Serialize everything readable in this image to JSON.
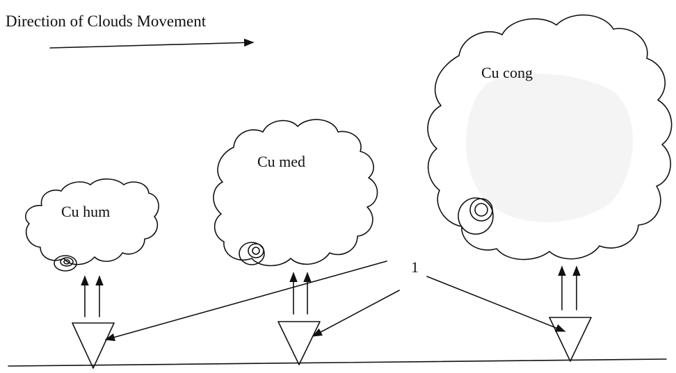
{
  "title": "Direction of Clouds Movement",
  "clouds": [
    {
      "name": "cu-hum",
      "label": "Cu hum"
    },
    {
      "name": "cu-med",
      "label": "Cu med"
    },
    {
      "name": "cu-cong",
      "label": "Cu cong"
    }
  ],
  "pointer_label": "1",
  "colors": {
    "line": "#111111",
    "background": "#ffffff",
    "cloud_fill": "#ffffff"
  }
}
